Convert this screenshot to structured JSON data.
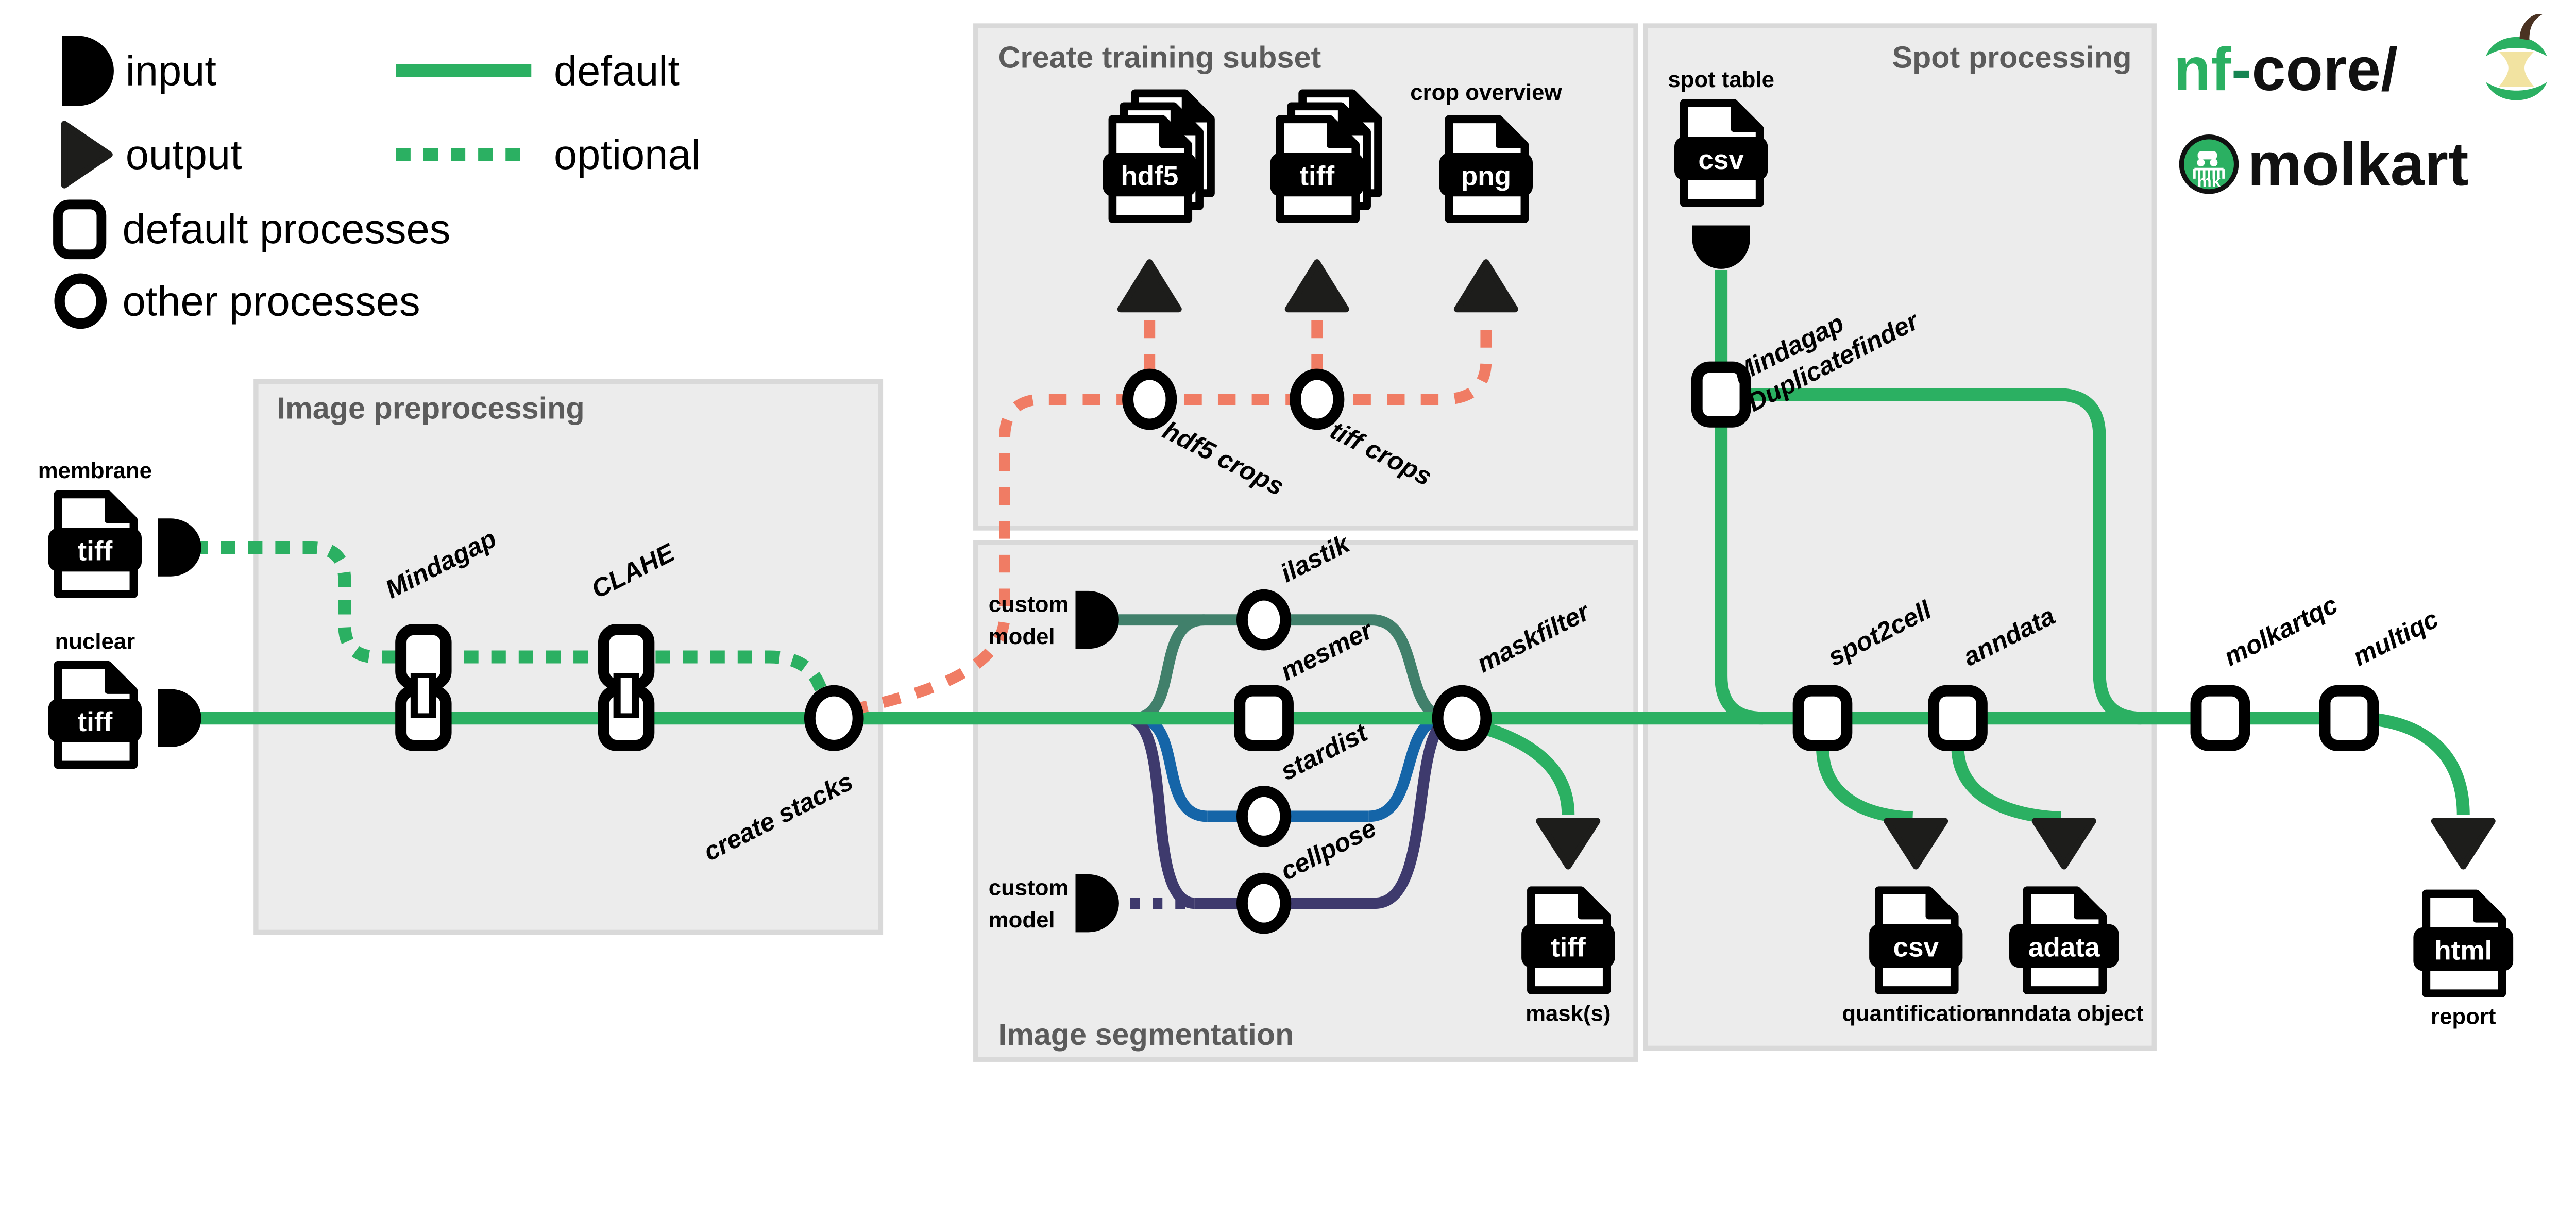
{
  "legend": {
    "items": [
      {
        "icon": "input-icon",
        "label": "input"
      },
      {
        "icon": "output-icon",
        "label": "output"
      },
      {
        "icon": "default-process-icon",
        "label": "default processes"
      },
      {
        "icon": "other-process-icon",
        "label": "other processes"
      }
    ],
    "lines": [
      {
        "style": "solid",
        "label": "default"
      },
      {
        "style": "dotted",
        "label": "optional"
      }
    ]
  },
  "boxes": {
    "preprocessing": "Image preprocessing",
    "training": "Create training subset",
    "segmentation": "Image segmentation",
    "spot": "Spot processing"
  },
  "logo": {
    "prefix_green": "nf",
    "dash": "-",
    "suffix": "core/",
    "name": "molkart",
    "badge": "mk"
  },
  "inputs": {
    "membrane_label": "membrane",
    "membrane_format": "tiff",
    "nuclear_label": "nuclear",
    "nuclear_format": "tiff",
    "spot_table_label": "spot table",
    "spot_table_format": "csv",
    "custom_model_line1": "custom",
    "custom_model_line2": "model"
  },
  "nodes": {
    "mindagap": "Mindagap",
    "clahe": "CLAHE",
    "create_stacks": "create stacks",
    "hdf5_crops": "hdf5 crops",
    "tiff_crops": "tiff crops",
    "ilastik": "ilastik",
    "mesmer": "mesmer",
    "stardist": "stardist",
    "cellpose": "cellpose",
    "maskfilter": "maskfilter",
    "duplicatefinder_line1": "Mindagap",
    "duplicatefinder_line2": "Duplicatefinder",
    "spot2cell": "spot2cell",
    "anndata": "anndata",
    "molkartqc": "molkartqc",
    "multiqc": "multiqc"
  },
  "outputs": {
    "hdf5_format": "hdf5",
    "tiff_format": "tiff",
    "png_format": "png",
    "crop_overview_label": "crop overview",
    "mask_format": "tiff",
    "mask_label": "mask(s)",
    "quant_format": "csv",
    "quant_label": "quantification",
    "adata_format": "adata",
    "adata_label": "anndata object",
    "report_format": "html",
    "report_label": "report"
  },
  "colors": {
    "green": "#2BB062",
    "salmon": "#F07C64",
    "teal": "#41806B",
    "blue": "#1565A8",
    "navy": "#3E3A6D",
    "box_fill": "#ECECEC",
    "box_border": "#D9D9D9",
    "title_gray": "#5B5B5B",
    "black": "#111111",
    "cream": "#F2E3A1",
    "brown": "#4A3222"
  }
}
